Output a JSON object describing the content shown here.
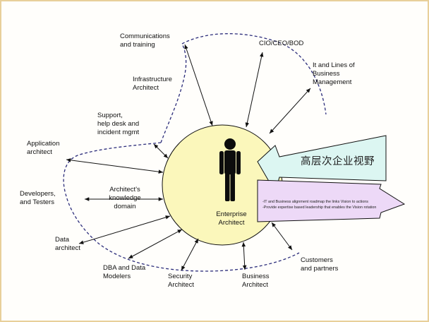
{
  "center": {
    "title_line1": "Enterprise",
    "title_line2": "Architect",
    "knowledge_line1": "Architect's",
    "knowledge_line2": "knowledge",
    "knowledge_line3": "domain"
  },
  "stakeholders": {
    "communications": "Communications\nand training",
    "cio": "CIO/CEO/BOD",
    "it_lob": "It and Lines of\nBusiness\nManagement",
    "infrastructure": "Infrastructure\nArchitect",
    "support": "Support,\nhelp desk and\nincident mgmt",
    "application": "Application\narchitect",
    "developers": "Developers,\nand Testers",
    "data": "Data\narchitect",
    "dba": "DBA and Data\nModelers",
    "security": "Security\nArchitect",
    "business": "Business\nArchitect",
    "customers": "Customers\nand partners"
  },
  "vision_arrow": {
    "text": "高层次企业视野",
    "fill": "#dcf6f2"
  },
  "alignment_arrow": {
    "line1": "-IT and Business alignment roadmap the links Vision to actions",
    "line2": "-Provide expertise based leadership that enables the Vision rotation",
    "fill": "#edd9f7"
  },
  "colors": {
    "circle_fill": "#fbf7bb",
    "dashed_boundary": "#2b2c7a",
    "frame_border": "#e8cf9a"
  }
}
